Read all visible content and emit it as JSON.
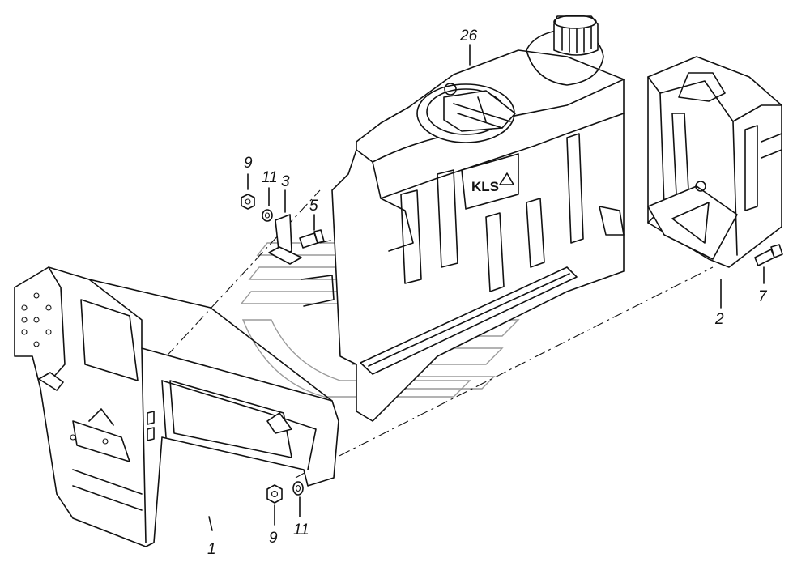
{
  "parts": [
    {
      "id": "part-26",
      "number": "26"
    },
    {
      "id": "part-9-top",
      "number": "9"
    },
    {
      "id": "part-11-top",
      "number": "11"
    },
    {
      "id": "part-3",
      "number": "3"
    },
    {
      "id": "part-5",
      "number": "5"
    },
    {
      "id": "part-2",
      "number": "2"
    },
    {
      "id": "part-7",
      "number": "7"
    },
    {
      "id": "part-1",
      "number": "1"
    },
    {
      "id": "part-9-bottom",
      "number": "9"
    },
    {
      "id": "part-11-bottom",
      "number": "11"
    }
  ],
  "tank_logo": "KLS"
}
